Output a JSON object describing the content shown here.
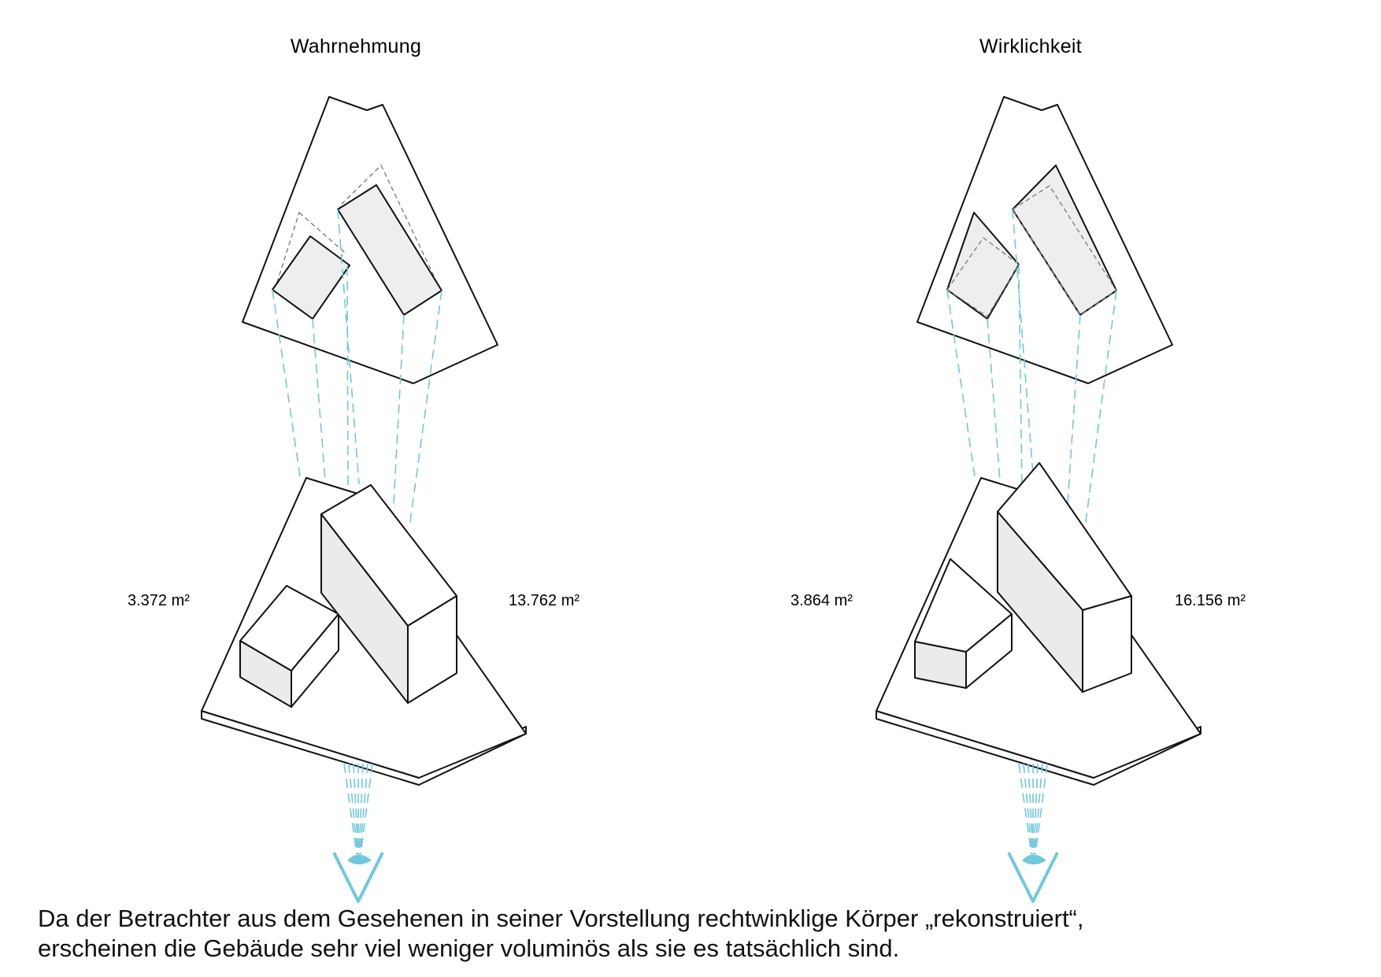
{
  "panels": [
    {
      "id": "perception",
      "heading": "Wahrnehmung",
      "small_area": "3.372 m²",
      "large_area": "13.762 m²"
    },
    {
      "id": "reality",
      "heading": "Wirklichkeit",
      "small_area": "3.864 m²",
      "large_area": "16.156 m²"
    }
  ],
  "caption": {
    "line1": "Da der Betrachter aus dem Gesehenen in seiner Vorstellung rechtwinklige Körper „rekonstruiert“,",
    "line2": "erscheinen die Gebäude sehr viel weniger voluminös als sie es tatsächlich sind."
  },
  "colors": {
    "sightline": "#6fc8dc",
    "building_side": "#ebebeb",
    "footprint": "#eeeeee",
    "outline": "#111111"
  },
  "icons": [
    "eye-icon"
  ]
}
